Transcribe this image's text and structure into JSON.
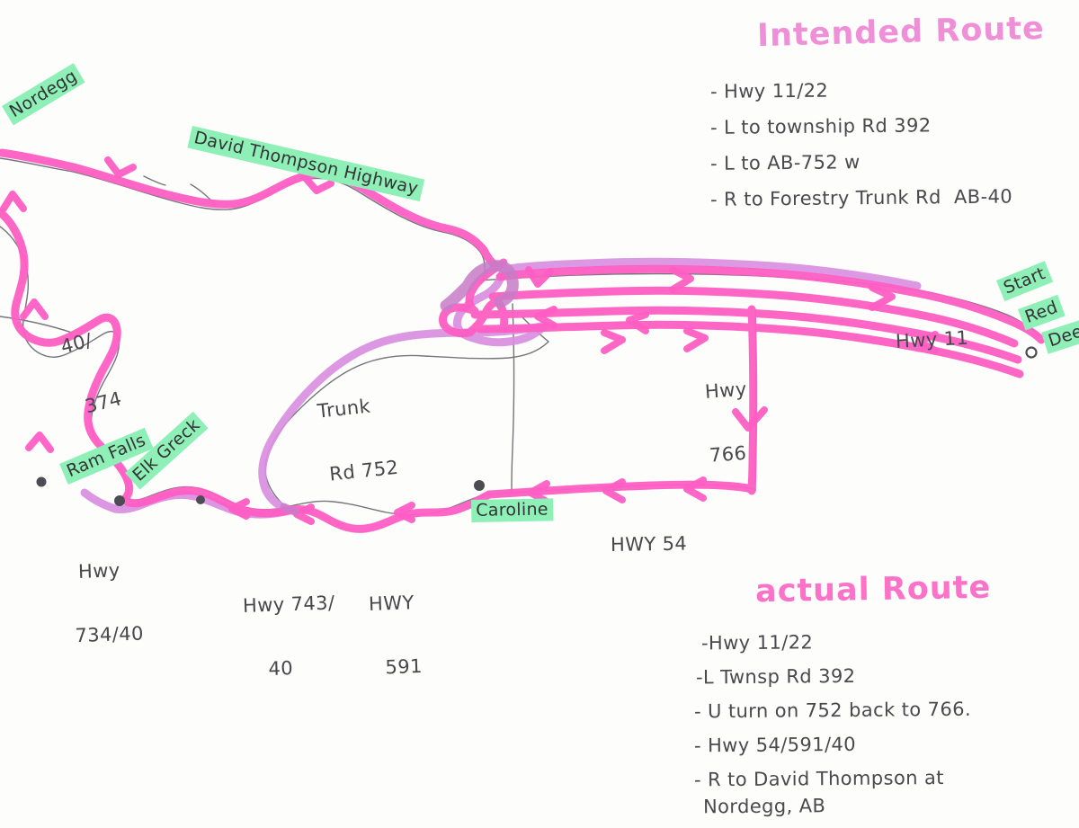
{
  "document": {
    "kind": "hand-drawn-road-map",
    "background_color": "#fdfdfc"
  },
  "colors": {
    "actual_route": "#ff5ec4",
    "intended_route": "#d98fe0",
    "overlap_route": "#c77cc7",
    "highlighter_green": "#8ef0b6",
    "title_intended": "#ef8fd8",
    "title_actual": "#fb72c8",
    "pencil_road": "#6b6b70",
    "handwriting": "#3a3a3c"
  },
  "intended_panel": {
    "title": "Intended Route",
    "steps": [
      "- Hwy 11/22",
      "- L to township Rd 392",
      "- L to AB-752 w",
      "- R to Forestry Trunk Rd  AB-40"
    ]
  },
  "actual_panel": {
    "title": "actual Route",
    "steps": [
      "-Hwy 11/22",
      "-L Twnsp Rd 392",
      "- U turn on 752 back to 766.",
      "- Hwy 54/591/40",
      "- R to David Thompson at",
      "Nordegg, AB"
    ]
  },
  "place_labels": [
    {
      "id": "nordegg",
      "text": "Nordegg"
    },
    {
      "id": "david-thompson-highway",
      "text": "David Thompson Highway"
    },
    {
      "id": "ram-falls",
      "text": "Ram Falls"
    },
    {
      "id": "elk-creek",
      "text": "Elk Greck"
    },
    {
      "id": "caroline",
      "text": "Caroline"
    },
    {
      "id": "start",
      "text": "Start"
    },
    {
      "id": "red",
      "text": "Red"
    },
    {
      "id": "deer",
      "text": "Deer"
    }
  ],
  "road_labels": [
    {
      "id": "hwy-40-374",
      "line1": "40/",
      "line2": "374"
    },
    {
      "id": "trunk-rd-752",
      "line1": "Trunk",
      "line2": "Rd 752"
    },
    {
      "id": "hwy-766",
      "line1": "Hwy",
      "line2": "766"
    },
    {
      "id": "hwy-11",
      "line1": "Hwy 11",
      "line2": ""
    },
    {
      "id": "hwy-734-40",
      "line1": "Hwy",
      "line2": "734/40"
    },
    {
      "id": "hwy-743-40",
      "line1": "Hwy 743/",
      "line2": "40"
    },
    {
      "id": "hwy-591",
      "line1": "HWY",
      "line2": "591"
    },
    {
      "id": "hwy-54",
      "line1": "HWY 54",
      "line2": ""
    }
  ],
  "map_markers": [
    {
      "id": "ram-falls-dot"
    },
    {
      "id": "elk-creek-dot"
    },
    {
      "id": "junction-dot"
    },
    {
      "id": "caroline-dot"
    },
    {
      "id": "red-deer-dot"
    }
  ]
}
